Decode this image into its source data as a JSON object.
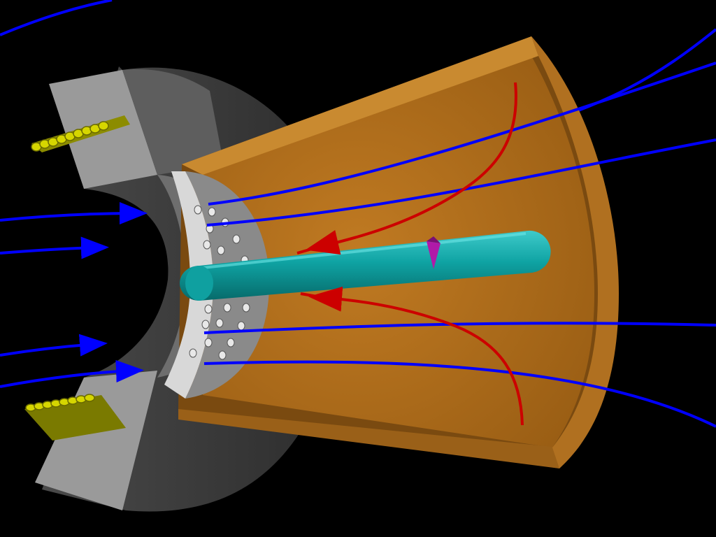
{
  "scene": {
    "background": "#000000",
    "components": [
      "magnet-ring",
      "magnet-coil-upper",
      "magnet-coil-lower",
      "gas-distributor-plate",
      "conical-anode-channel",
      "central-cathode-rod",
      "magnetic-field-lines",
      "electron-trajectories",
      "ion-marker"
    ]
  },
  "colors": {
    "background": "#000000",
    "magnet_face": "#9a9a9a",
    "magnet_body": "#555555",
    "magnet_dark": "#3a3a3a",
    "coil": "#c8c800",
    "coil_dark": "#6a6a00",
    "plate": "#8a8a8a",
    "plate_edge": "#d8d8d8",
    "channel": "#b8741e",
    "channel_dark": "#7a4a10",
    "channel_rim": "#c98a30",
    "rod": "#0a9a9a",
    "rod_highlight": "#4fd6d6",
    "field_line": "#0000ff",
    "trajectory": "#cc0000",
    "marker": "#b01aa8"
  },
  "icons": {
    "field_arrow": "arrow-right-icon",
    "trajectory_arrow": "arrow-left-icon",
    "marker": "cone-icon"
  }
}
